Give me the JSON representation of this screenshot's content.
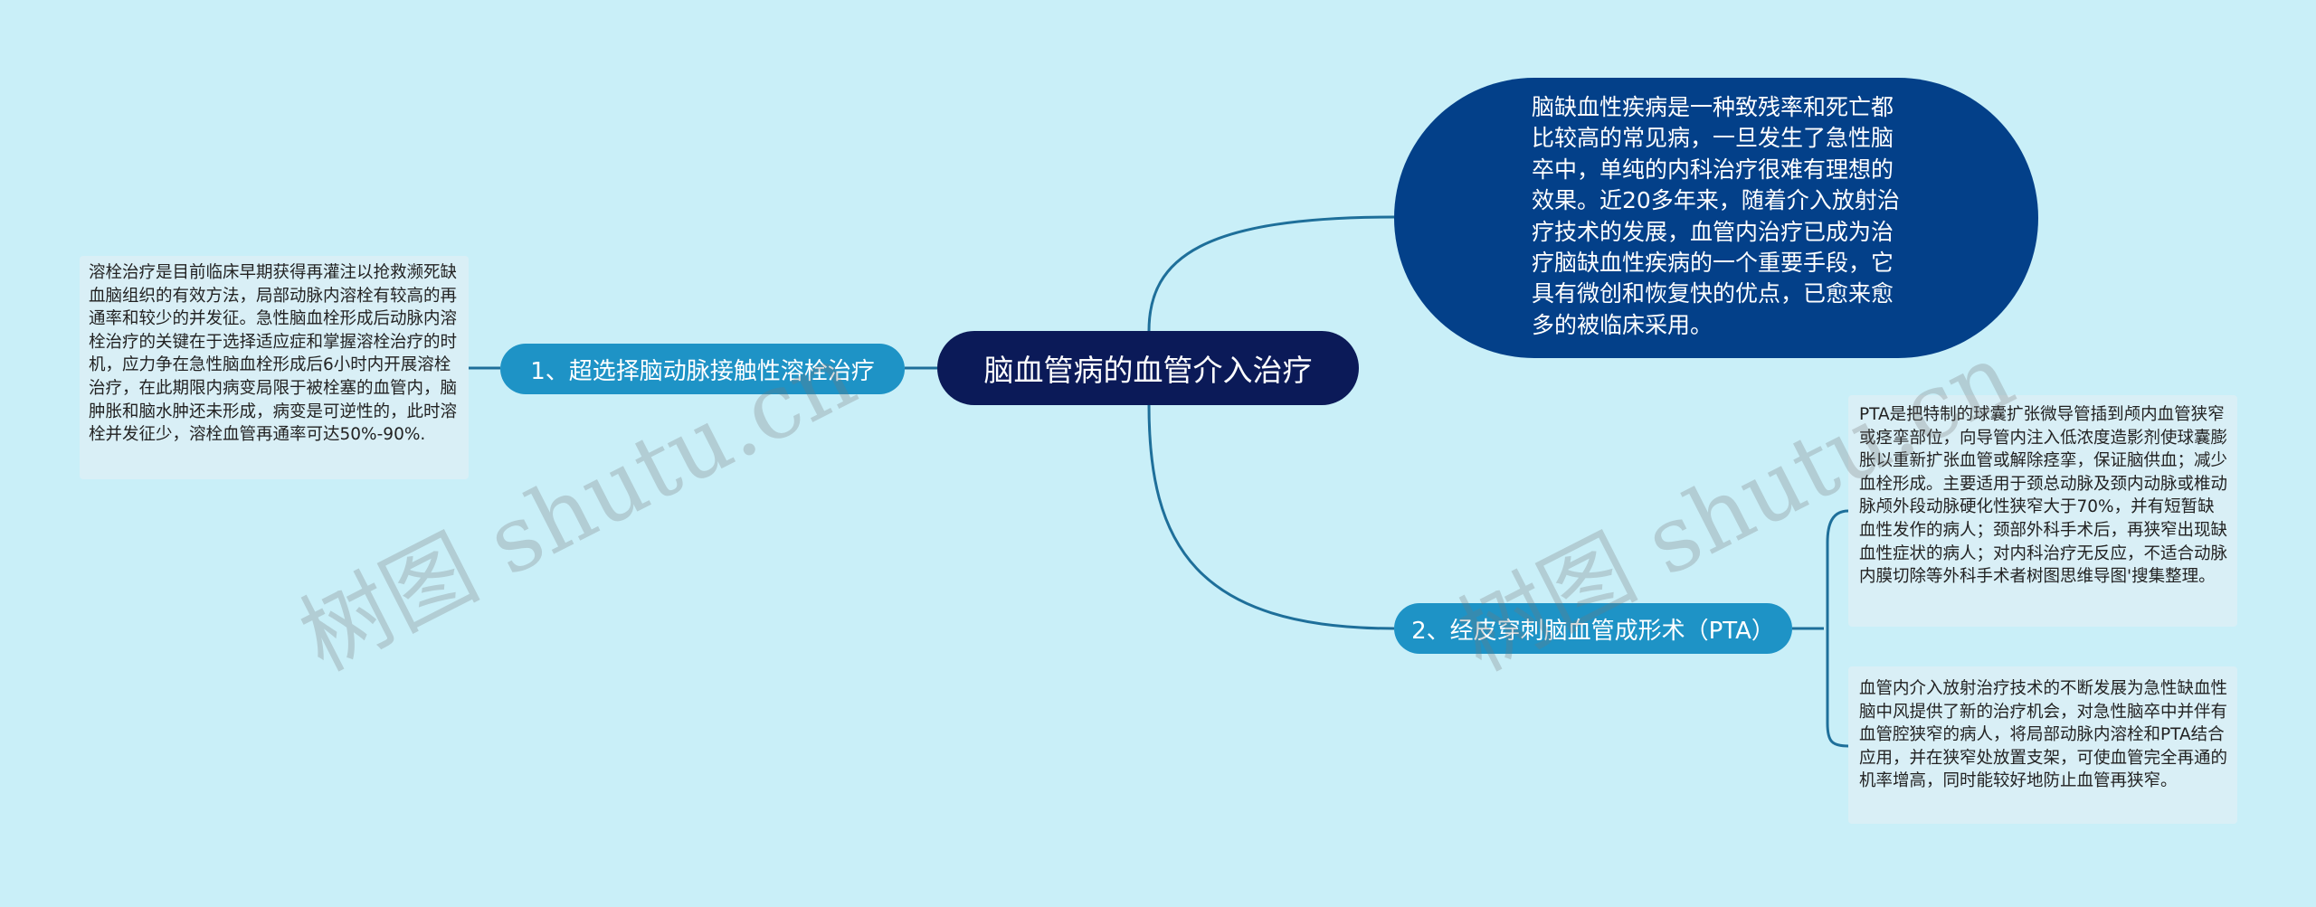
{
  "central": {
    "label": "脑血管病的血管介入治疗"
  },
  "intro": {
    "text": "脑缺血性疾病是一种致残率和死亡都比较高的常见病，一旦发生了急性脑卒中，单纯的内科治疗很难有理想的效果。近20多年来，随着介入放射治疗技术的发展，血管内治疗已成为治疗脑缺血性疾病的一个重要手段，它具有微创和恢复快的优点，已愈来愈多的被临床采用。"
  },
  "branches": [
    {
      "label": "1、超选择脑动脉接触性溶栓治疗",
      "details": [
        "溶栓治疗是目前临床早期获得再灌注以抢救濒死缺血脑组织的有效方法，局部动脉内溶栓有较高的再通率和较少的并发征。急性脑血栓形成后动脉内溶栓治疗的关键在于选择适应症和掌握溶栓治疗的时机，应力争在急性脑血栓形成后6小时内开展溶栓治疗，在此期限内病变局限于被栓塞的血管内，脑肿胀和脑水肿还未形成，病变是可逆性的，此时溶栓并发征少，溶栓血管再通率可达50%-90%."
      ]
    },
    {
      "label": "2、经皮穿刺脑血管成形术（PTA）",
      "details": [
        "PTA是把特制的球囊扩张微导管插到颅内血管狭窄或痉挛部位，向导管内注入低浓度造影剂使球囊膨胀以重新扩张血管或解除痉挛，保证脑供血；减少血栓形成。主要适用于颈总动脉及颈内动脉或椎动脉颅外段动脉硬化性狭窄大于70%，并有短暂缺血性发作的病人；颈部外科手术后，再狭窄出现缺血性症状的病人；对内科治疗无反应，不适合动脉内膜切除等外科手术者树图思维导图'搜集整理。",
        "血管内介入放射治疗技术的不断发展为急性缺血性脑中风提供了新的治疗机会，对急性脑卒中并伴有血管腔狭窄的病人，将局部动脉内溶栓和PTA结合应用，并在狭窄处放置支架，可使血管完全再通的机率增高，同时能较好地防止血管再狭窄。"
      ]
    }
  ],
  "watermark": "树图 shutu.cn",
  "colors": {
    "background": "#c9eff8",
    "central": "#0b1a58",
    "intro": "#034089",
    "branch": "#1e93c6",
    "detail_bg": "#d9eff6",
    "connector": "#1e6f9a"
  }
}
